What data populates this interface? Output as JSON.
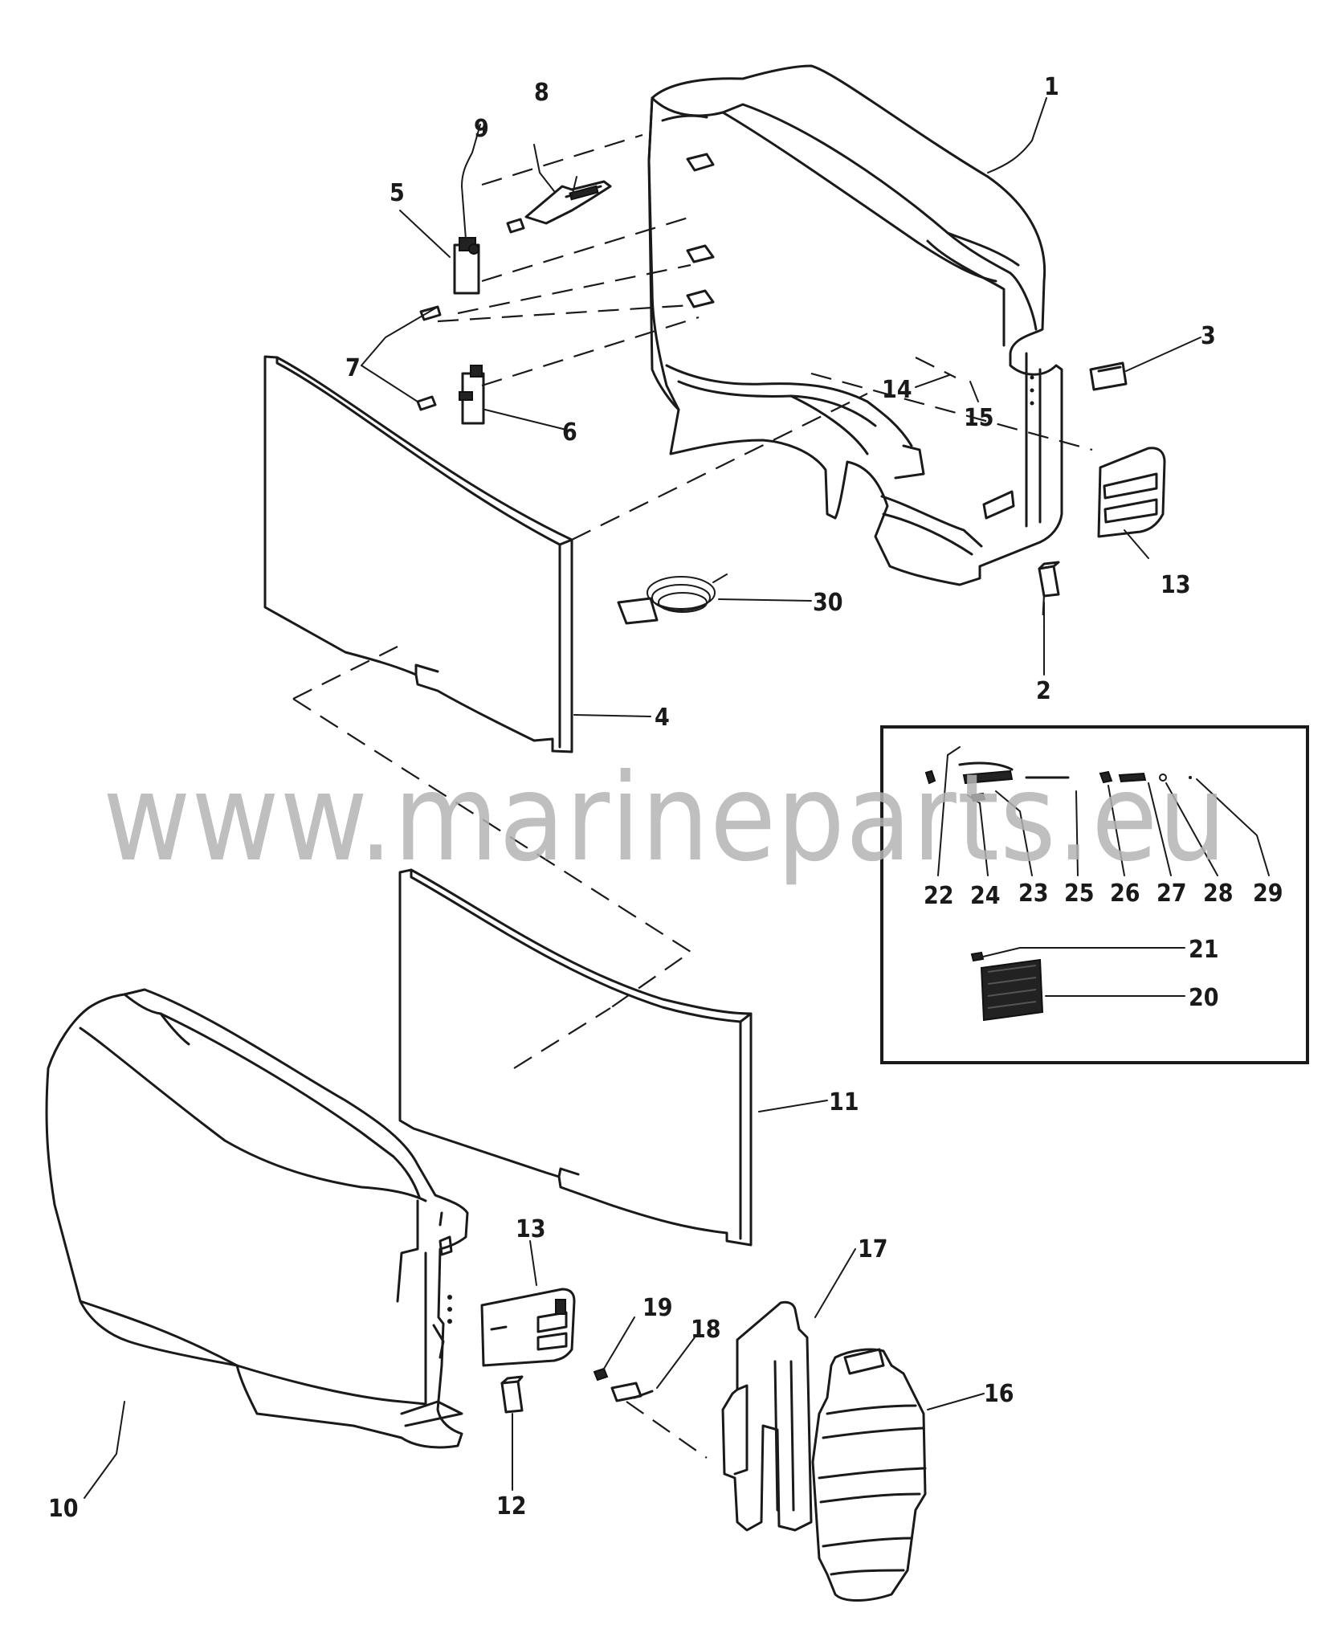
{
  "watermark": "www.marineparts.eu",
  "callouts": [
    {
      "id": "n1",
      "label": "1"
    },
    {
      "id": "n2",
      "label": "2"
    },
    {
      "id": "n3",
      "label": "3"
    },
    {
      "id": "n4",
      "label": "4"
    },
    {
      "id": "n5",
      "label": "5"
    },
    {
      "id": "n6",
      "label": "6"
    },
    {
      "id": "n7",
      "label": "7"
    },
    {
      "id": "n8",
      "label": "8"
    },
    {
      "id": "n9",
      "label": "9"
    },
    {
      "id": "n10",
      "label": "10"
    },
    {
      "id": "n11",
      "label": "11"
    },
    {
      "id": "n12",
      "label": "12"
    },
    {
      "id": "n13a",
      "label": "13"
    },
    {
      "id": "n13b",
      "label": "13"
    },
    {
      "id": "n14",
      "label": "14"
    },
    {
      "id": "n15",
      "label": "15"
    },
    {
      "id": "n16",
      "label": "16"
    },
    {
      "id": "n17",
      "label": "17"
    },
    {
      "id": "n18",
      "label": "18"
    },
    {
      "id": "n19",
      "label": "19"
    },
    {
      "id": "n20",
      "label": "20"
    },
    {
      "id": "n21",
      "label": "21"
    },
    {
      "id": "n22",
      "label": "22"
    },
    {
      "id": "n23",
      "label": "23"
    },
    {
      "id": "n24",
      "label": "24"
    },
    {
      "id": "n25",
      "label": "25"
    },
    {
      "id": "n26",
      "label": "26"
    },
    {
      "id": "n27",
      "label": "27"
    },
    {
      "id": "n28",
      "label": "28"
    },
    {
      "id": "n29",
      "label": "29"
    },
    {
      "id": "n30",
      "label": "30"
    }
  ]
}
